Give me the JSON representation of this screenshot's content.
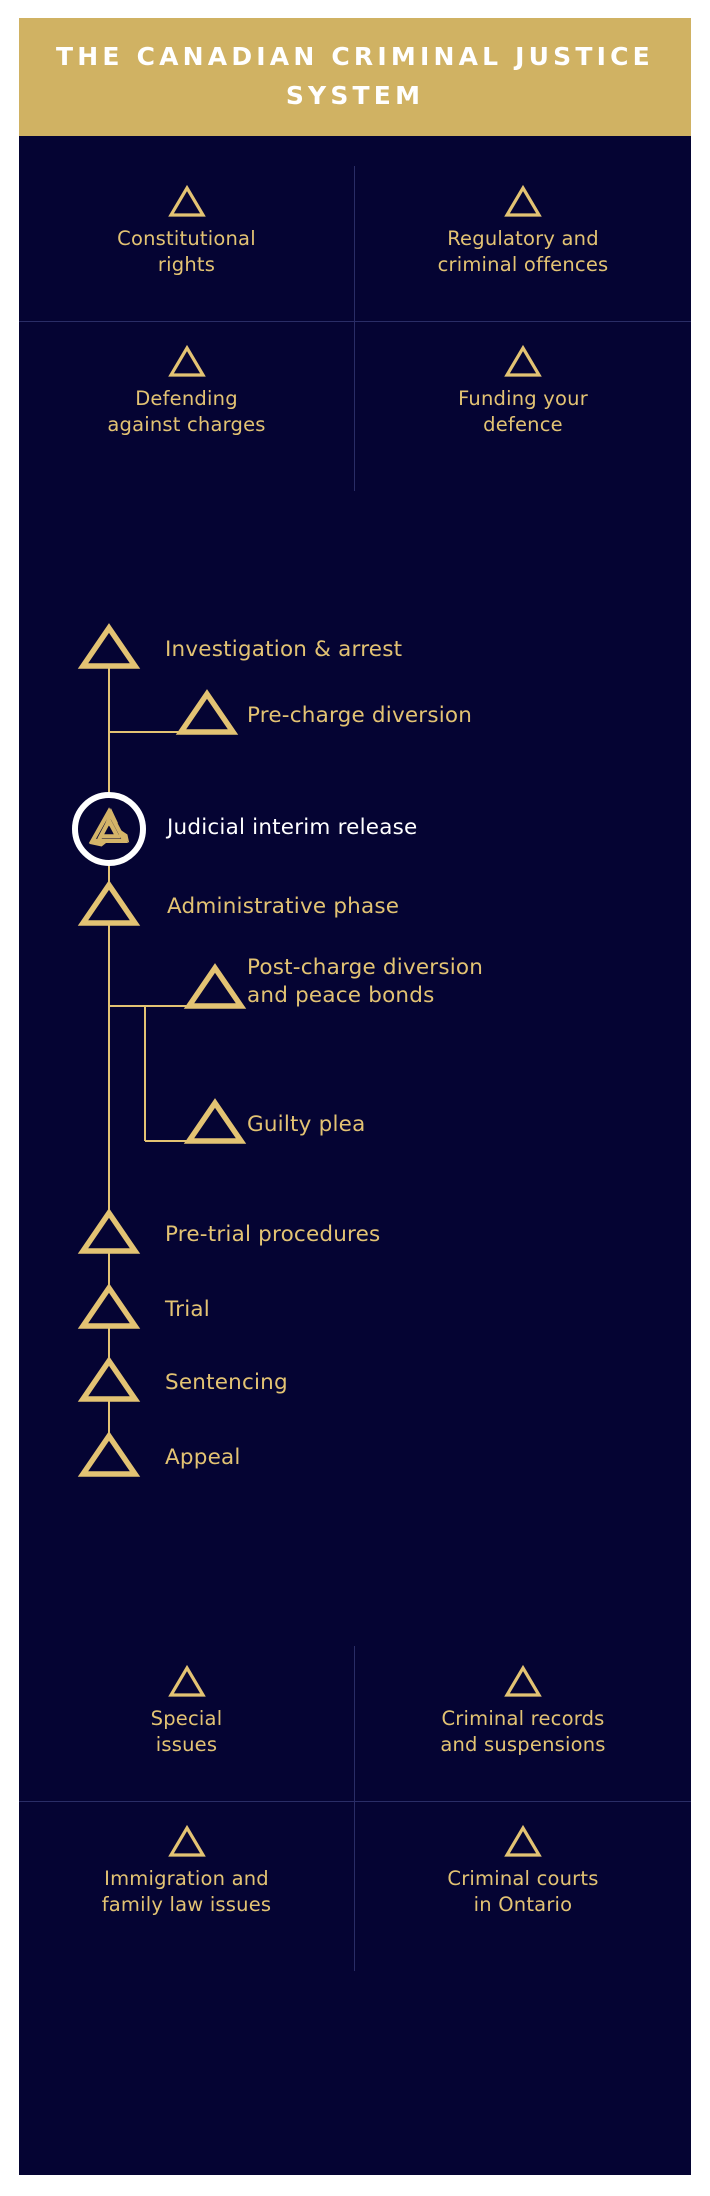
{
  "colors": {
    "gold_banner": "#d0b263",
    "background_navy": "#050433",
    "gold_accent": "#e3c373",
    "divider": "#2a2d66",
    "active_white": "#ffffff"
  },
  "header": {
    "title": "The Canadian Criminal Justice System"
  },
  "top_grid": {
    "items": [
      {
        "label": "Constitutional\nrights",
        "icon": "triangle-icon"
      },
      {
        "label": "Regulatory and\ncriminal offences",
        "icon": "triangle-icon"
      },
      {
        "label": "Defending\nagainst charges",
        "icon": "triangle-icon"
      },
      {
        "label": "Funding your\ndefence",
        "icon": "triangle-icon"
      }
    ]
  },
  "flow": {
    "steps": [
      {
        "id": "investigation-arrest",
        "label": "Investigation & arrest",
        "level": "main",
        "active": false,
        "icon": "triangle-icon"
      },
      {
        "id": "pre-charge-diversion",
        "label": "Pre-charge diversion",
        "level": "branch",
        "active": false,
        "icon": "triangle-icon"
      },
      {
        "id": "judicial-interim-release",
        "label": "Judicial interim release",
        "level": "main",
        "active": true,
        "icon": "triskelion-logo-icon"
      },
      {
        "id": "administrative-phase",
        "label": "Administrative phase",
        "level": "main",
        "active": false,
        "icon": "triangle-icon"
      },
      {
        "id": "post-charge-diversion",
        "label": "Post-charge diversion\nand peace bonds",
        "level": "branch",
        "active": false,
        "icon": "triangle-icon"
      },
      {
        "id": "guilty-plea",
        "label": "Guilty plea",
        "level": "branch",
        "active": false,
        "icon": "triangle-icon"
      },
      {
        "id": "pre-trial-procedures",
        "label": "Pre-trial procedures",
        "level": "main",
        "active": false,
        "icon": "triangle-icon"
      },
      {
        "id": "trial",
        "label": "Trial",
        "level": "main",
        "active": false,
        "icon": "triangle-icon"
      },
      {
        "id": "sentencing",
        "label": "Sentencing",
        "level": "main",
        "active": false,
        "icon": "triangle-icon"
      },
      {
        "id": "appeal",
        "label": "Appeal",
        "level": "main",
        "active": false,
        "icon": "triangle-icon"
      }
    ]
  },
  "bottom_grid": {
    "items": [
      {
        "label": "Special\nissues",
        "icon": "triangle-icon"
      },
      {
        "label": "Criminal records\nand suspensions",
        "icon": "triangle-icon"
      },
      {
        "label": "Immigration and\nfamily law issues",
        "icon": "triangle-icon"
      },
      {
        "label": "Criminal courts\nin Ontario",
        "icon": "triangle-icon"
      }
    ]
  }
}
